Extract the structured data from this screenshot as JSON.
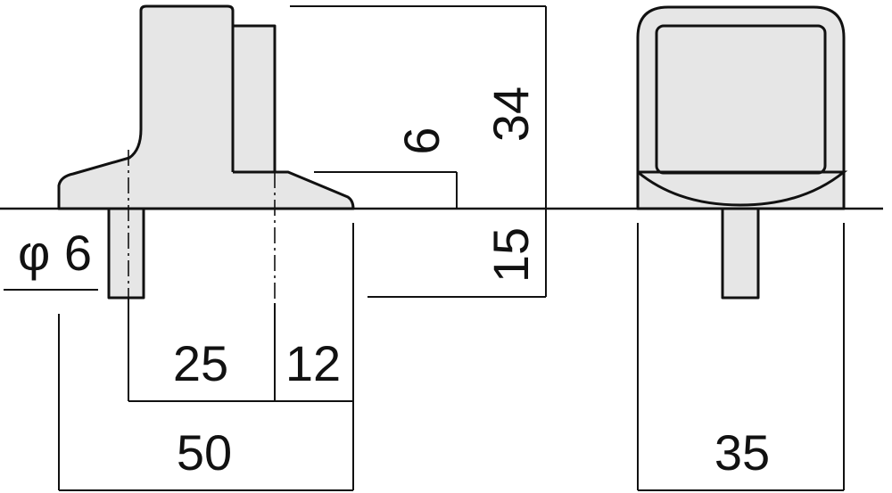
{
  "diagram": {
    "dimensions": {
      "pin_diameter": "φ 6",
      "left_offset": "25",
      "right_offset": "12",
      "total_width": "50",
      "side_width": "35",
      "total_height": "34",
      "base_height": "6",
      "pin_length": "15"
    }
  }
}
